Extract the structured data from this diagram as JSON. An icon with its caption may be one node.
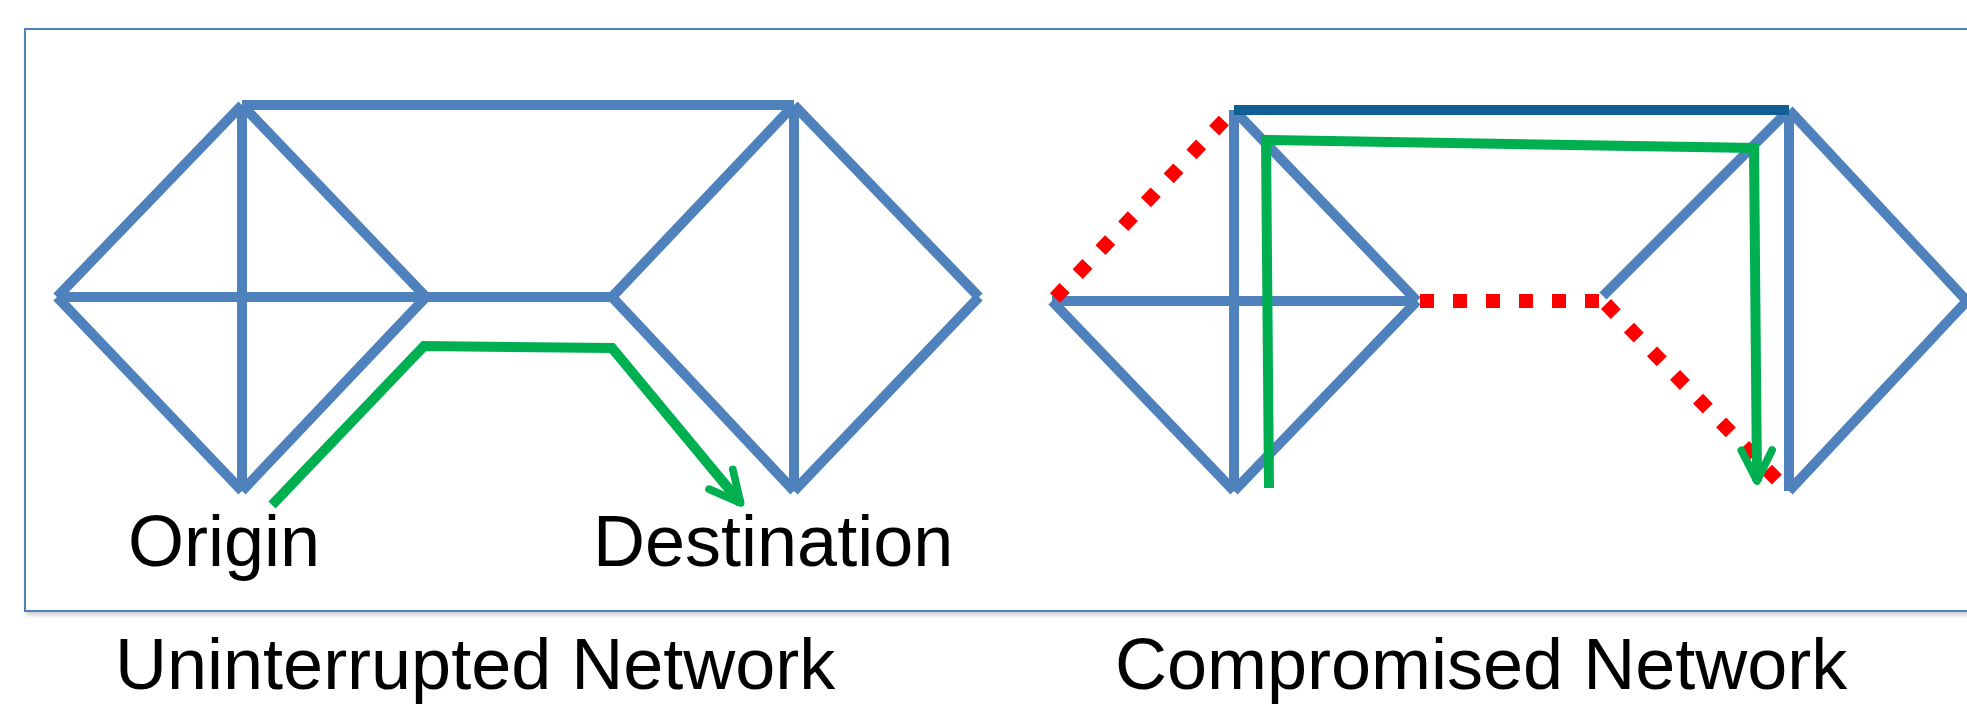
{
  "diagram": {
    "nodes": [
      {
        "text": [
          "Origin"
        ]
      },
      {
        "text": [
          "Destination"
        ]
      }
    ],
    "edges": [
      {
        "from": 0,
        "to": 1,
        "arrow": "to",
        "color": "#00b050"
      }
    ],
    "labels": [
      "Uninterrupted Network",
      "Compromised Network"
    ]
  }
}
